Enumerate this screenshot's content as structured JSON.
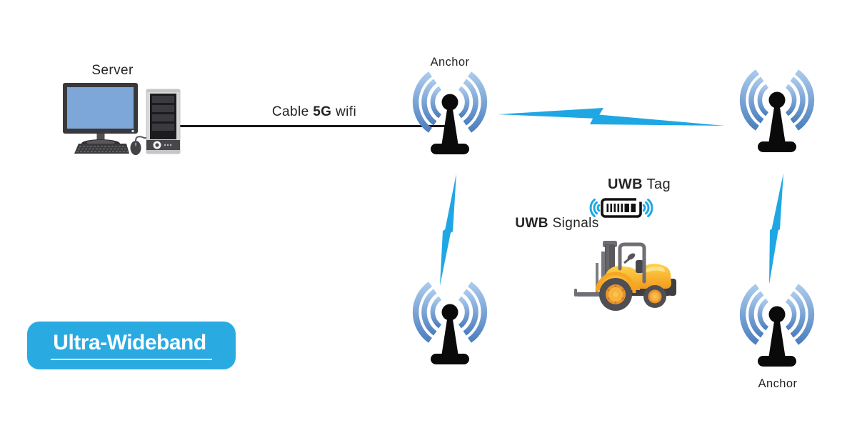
{
  "badge": {
    "label": "Ultra-Wideband"
  },
  "server": {
    "label": "Server"
  },
  "cable": {
    "pre": "Cable ",
    "bold": "5G",
    "post": " wifi"
  },
  "anchors": [
    {
      "position": "top-center",
      "label": "Anchor"
    },
    {
      "position": "top-right",
      "label": ""
    },
    {
      "position": "bottom-center",
      "label": ""
    },
    {
      "position": "bottom-right",
      "label": "Anchor"
    }
  ],
  "uwb_tag": {
    "bold": "UWB",
    "rest": " Tag"
  },
  "uwb_signals": {
    "bold": "UWB",
    "rest": " Signals"
  },
  "colors": {
    "accent_cyan_bolts": "#1FA7E4",
    "badge_cyan": "#29ABE2",
    "wifi_arc_top": "#A9C9EC",
    "wifi_arc_bottom": "#4E80BF",
    "monitor_screen_blue": "#7DA7D9",
    "forklift_yellow": "#F9B233",
    "line_black": "#171717"
  },
  "icons": {
    "anchor": "wifi-antenna-icon",
    "link": "lightning-bolt-icon",
    "tag": "battery-tag-icon",
    "vehicle": "forklift-icon",
    "server": "desktop-computer-icon"
  }
}
